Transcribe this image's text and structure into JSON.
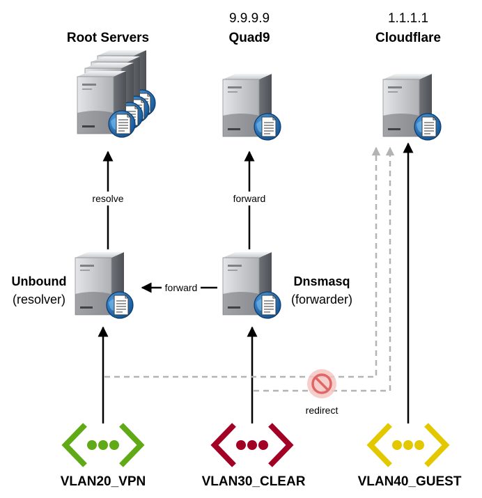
{
  "colors": {
    "arrow": "#000000",
    "dashed": "#b3b3b3",
    "vlan20": "#60a917",
    "vlan30": "#a20025",
    "vlan40": "#e3c800",
    "blocked": "#e06666",
    "server_body": "#a8aaad",
    "globe": "#1b6ec2"
  },
  "nodes": {
    "root_servers": {
      "title": "Root Servers",
      "icon": "server-stack-icon"
    },
    "quad9": {
      "ip": "9.9.9.9",
      "title": "Quad9",
      "icon": "server-icon"
    },
    "cloudflare": {
      "ip": "1.1.1.1",
      "title": "Cloudflare",
      "icon": "server-icon"
    },
    "unbound": {
      "title": "Unbound",
      "subtitle": "(resolver)",
      "icon": "server-icon"
    },
    "dnsmasq": {
      "title": "Dnsmasq",
      "subtitle": "(forwarder)",
      "icon": "server-icon"
    },
    "vlan20": {
      "title": "VLAN20_VPN",
      "icon": "network-chevrons-icon"
    },
    "vlan30": {
      "title": "VLAN30_CLEAR",
      "icon": "network-chevrons-icon"
    },
    "vlan40": {
      "title": "VLAN40_GUEST",
      "icon": "network-chevrons-icon"
    }
  },
  "edges": {
    "resolve": "resolve",
    "forward_quad9": "forward",
    "forward_unbound": "forward",
    "redirect": "redirect",
    "blocked_icon": "blocked-icon"
  }
}
